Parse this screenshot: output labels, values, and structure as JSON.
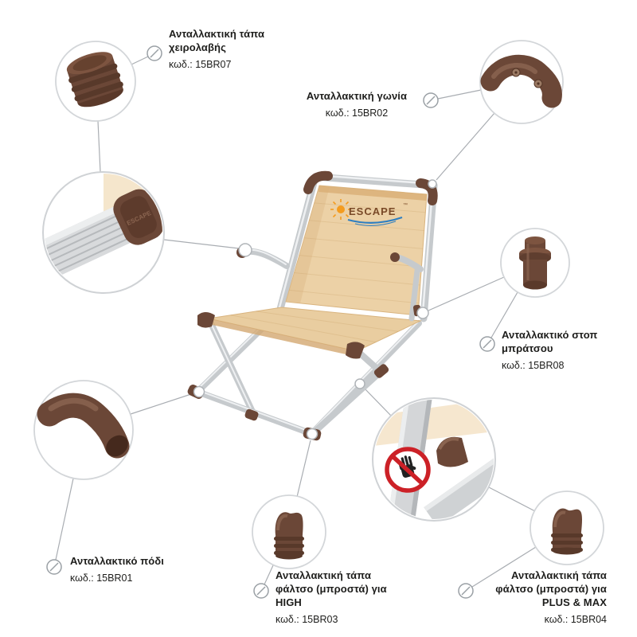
{
  "brand": {
    "logo_text": "ESCAPE",
    "logo_tm": "™"
  },
  "colors": {
    "part_brown": "#6b4737",
    "part_brown_dark": "#58392a",
    "part_brown_light": "#8a6450",
    "fabric_beige": "#ecd1a6",
    "frame_gray": "#c6cacd",
    "warning_red": "#cc2127",
    "logo_orange": "#f49c1f",
    "logo_blue": "#2f7fc1",
    "leader_line_gray": "#a9adb2"
  },
  "callouts": {
    "handle_cap": {
      "title": [
        "Ανταλλακτική τάπα",
        "χειρολαβής"
      ],
      "code": "κωδ.: 15BR07"
    },
    "corner": {
      "title": [
        "Ανταλλακτική γωνία"
      ],
      "code": "κωδ.: 15BR02"
    },
    "armrest_stop": {
      "title": [
        "Ανταλλακτικό στοπ",
        "μπράτσου"
      ],
      "code": "κωδ.: 15BR08"
    },
    "leg": {
      "title": [
        "Ανταλλακτικό πόδι"
      ],
      "code": "κωδ.: 15BR01"
    },
    "front_cap_high": {
      "title": [
        "Ανταλλακτική τάπα",
        "φάλτσο (μπροστά) για",
        "HIGH"
      ],
      "code": "κωδ.: 15BR03"
    },
    "front_cap_plus_max": {
      "title": [
        "Ανταλλακτική τάπα",
        "φάλτσο (μπροστά) για",
        "PLUS & MAX"
      ],
      "code": "κωδ.: 15BR04"
    }
  }
}
